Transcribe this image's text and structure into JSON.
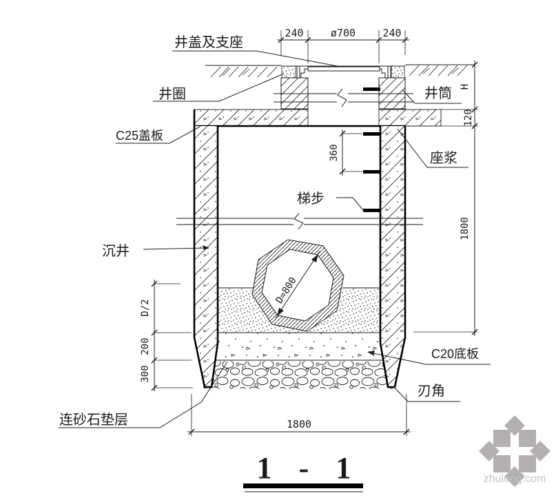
{
  "drawing": {
    "title": "1 - 1",
    "watermark": "zhulong.com",
    "labels": {
      "cover_support": "井盖及支座",
      "well_ring": "井圈",
      "well_shaft": "井筒",
      "c25_cover_slab": "C25盖板",
      "seat_mortar": "座浆",
      "ladder_steps": "梯步",
      "caisson": "沉井",
      "c20_base_slab": "C20底板",
      "cutting_edge": "刃角",
      "sand_gravel_cushion": "连砂石垫层"
    },
    "dimensions": {
      "top_left_wall": "240",
      "top_opening": "ø700",
      "top_right_wall": "240",
      "shaft_height": "H",
      "ring_course": "120",
      "well_inner_depth": "1800",
      "step_spacing": "360",
      "pipe_diameter": "D=800",
      "pipe_half": "D/2",
      "base_slab_thickness": "200",
      "cushion_thickness": "300",
      "bottom_width": "1800"
    }
  }
}
